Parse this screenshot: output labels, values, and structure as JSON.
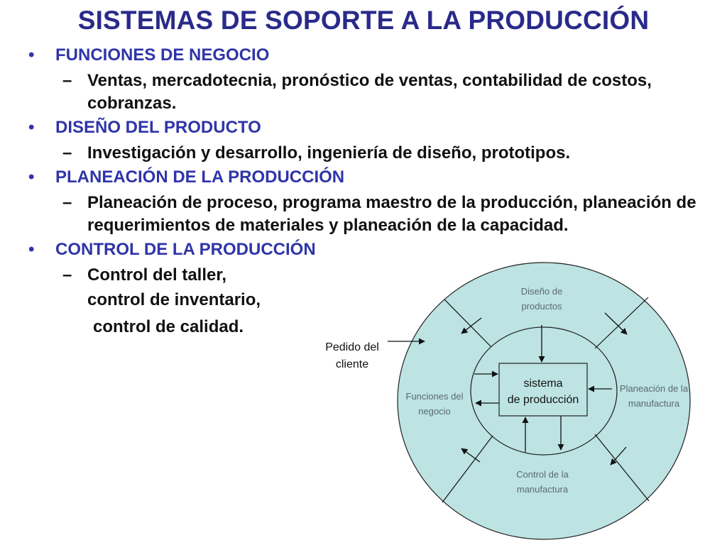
{
  "title": "SISTEMAS DE SOPORTE A LA PRODUCCIÓN",
  "sections": [
    {
      "heading": "FUNCIONES DE NEGOCIO",
      "detail": "Ventas, mercadotecnia, pronóstico de ventas, contabilidad de costos, cobranzas."
    },
    {
      "heading": "DISEÑO DEL PRODUCTO",
      "detail": "Investigación y desarrollo, ingeniería de diseño, prototipos."
    },
    {
      "heading": "PLANEACIÓN DE LA PRODUCCIÓN",
      "detail": "Planeación de proceso, programa maestro de la producción, planeación de requerimientos de materiales y planeación de la capacidad."
    },
    {
      "heading": "CONTROL DE LA PRODUCCIÓN",
      "detail": "Control del taller,",
      "continuation": [
        "control de inventario,",
        "control de calidad."
      ]
    }
  ],
  "diagram": {
    "center": [
      "sistema",
      "de producción"
    ],
    "top": [
      "Diseño de",
      "productos"
    ],
    "left": [
      "Funciones del",
      "negocio"
    ],
    "right": [
      "Planeación de la",
      "manufactura"
    ],
    "bottom": [
      "Control de la",
      "manufactura"
    ],
    "external": [
      "Pedido del",
      "cliente"
    ],
    "colors": {
      "outer_fill": "#bde3e3",
      "label": "#5a6b6e"
    }
  },
  "symbols": {
    "bullet": "•",
    "dash": "–"
  }
}
